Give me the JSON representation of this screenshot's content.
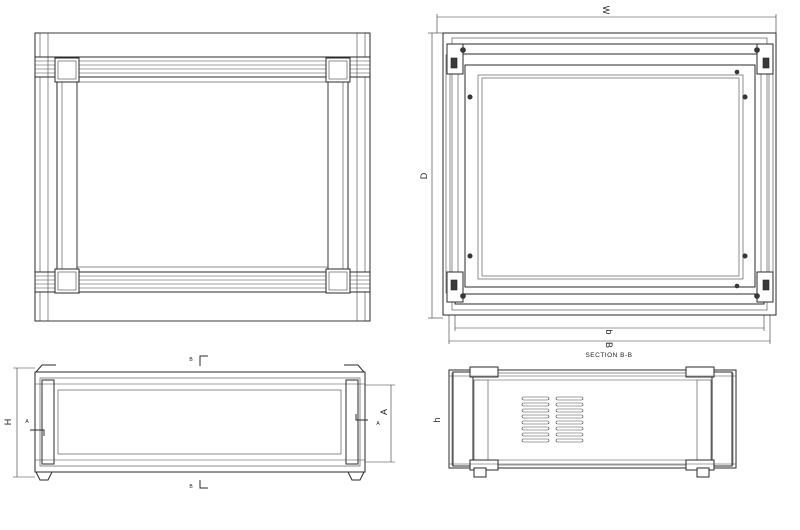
{
  "labels": {
    "width_outer": "W",
    "depth_outer": "D",
    "width_inner_b": "b",
    "width_inner_B": "B",
    "section_title": "SECTION B-B",
    "height_outer": "H",
    "height_inner": "A",
    "height_side": "h",
    "section_mark_top": "B",
    "section_mark_bottom": "B",
    "arrow_mark_left": "A",
    "arrow_mark_right": "A"
  },
  "colors": {
    "line": "#2a2a2a",
    "paper": "#ffffff"
  }
}
